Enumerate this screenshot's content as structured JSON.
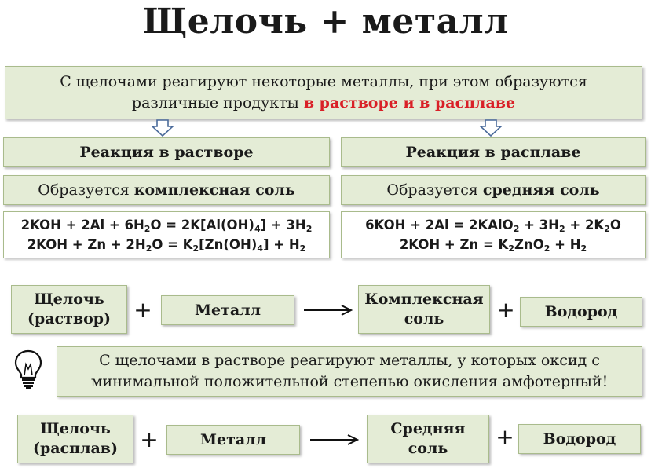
{
  "title": "Щелочь + металл",
  "intro": {
    "text": "С щелочами реагируют некоторые металлы, при этом образуются различные продукты ",
    "highlight": "в растворе и в расплаве"
  },
  "solution": {
    "header": "Реакция в растворе",
    "forms_prefix": "Образуется ",
    "forms_bold": "комплексная соль",
    "equations": [
      "2KOH + 2Al + 6H₂O = 2K[Al(OH)₄] + 3H₂",
      "2KOH + Zn + 2H₂O = K₂[Zn(OH)₄] + H₂"
    ]
  },
  "melt": {
    "header": "Реакция в расплаве",
    "forms_prefix": "Образуется ",
    "forms_bold": "средняя соль",
    "equations": [
      "6KOH + 2Al = 2KAlO₂ + 3H₂ + 2K₂O",
      "2KOH + Zn = K₂ZnO₂ + H₂"
    ]
  },
  "scheme_solution": {
    "alkali": [
      "Щелочь",
      "(раствор)"
    ],
    "plus": "+",
    "metal": "Металл",
    "product": [
      "Комплексная",
      "соль"
    ],
    "hydrogen": "Водород"
  },
  "note": {
    "line1": "С щелочами в растворе реагируют металлы, у которых оксид с",
    "line2": "минимальной положительной степенью окисления амфотерный!",
    "icon": "lightbulb-icon"
  },
  "scheme_melt": {
    "alkali": [
      "Щелочь",
      "(расплав)"
    ],
    "plus": "+",
    "metal": "Металл",
    "product": [
      "Средняя",
      "соль"
    ],
    "hydrogen": "Водород"
  },
  "colors": {
    "box_fill": "#e4ecd6",
    "box_border": "#a9bb8c",
    "highlight": "#d92027"
  }
}
